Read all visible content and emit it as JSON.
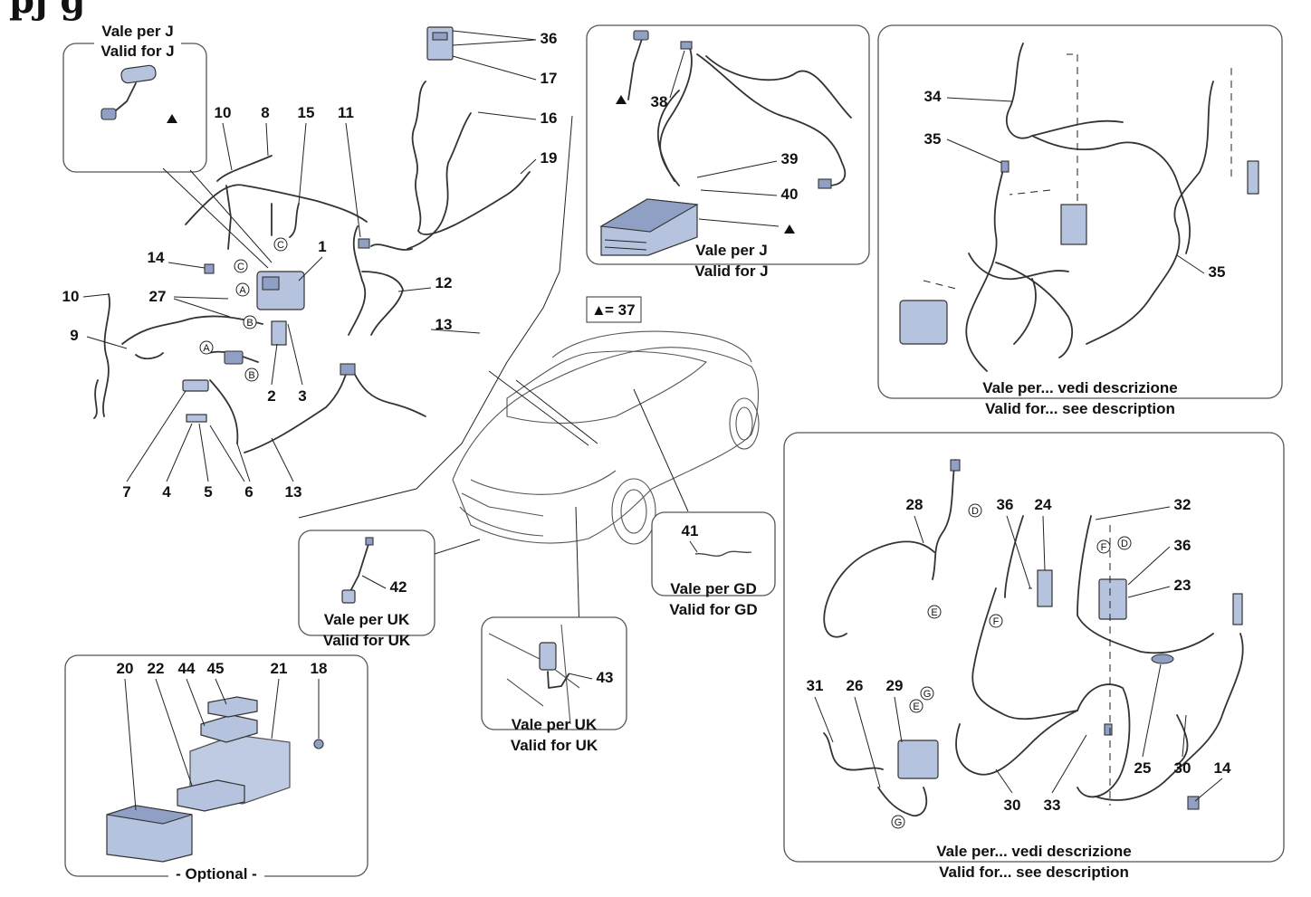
{
  "header": {
    "title_fragment": "pj g"
  },
  "legend": {
    "symbol": "▲",
    "text": "= 37"
  },
  "panels": {
    "valid_j_small": {
      "line1": "Vale per J",
      "line2": "Valid for J"
    },
    "valid_j_box": {
      "line1": "Vale per J",
      "line2": "Valid for J"
    },
    "desc_top": {
      "line1": "Vale per... vedi descrizione",
      "line2": "Valid for... see description"
    },
    "desc_bottom": {
      "line1": "Vale per... vedi descrizione",
      "line2": "Valid for... see description"
    },
    "uk_42": {
      "line1": "Vale per UK",
      "line2": "Valid for UK"
    },
    "uk_43": {
      "line1": "Vale per UK",
      "line2": "Valid for UK"
    },
    "gd_41": {
      "line1": "Vale per GD",
      "line2": "Valid for GD"
    },
    "optional": {
      "label": "- Optional -"
    }
  },
  "callouts": {
    "n1": "1",
    "n2": "2",
    "n3": "3",
    "n4": "4",
    "n5": "5",
    "n6": "6",
    "n7": "7",
    "n8": "8",
    "n9": "9",
    "n10a": "10",
    "n10b": "10",
    "n11": "11",
    "n12": "12",
    "n13a": "13",
    "n13b": "13",
    "n14a": "14",
    "n14b": "14",
    "n15": "15",
    "n16": "16",
    "n17": "17",
    "n18": "18",
    "n19": "19",
    "n20": "20",
    "n21": "21",
    "n22": "22",
    "n23": "23",
    "n24": "24",
    "n25": "25",
    "n26": "26",
    "n27": "27",
    "n28": "28",
    "n29": "29",
    "n30a": "30",
    "n30b": "30",
    "n31": "31",
    "n32": "32",
    "n33": "33",
    "n34": "34",
    "n35a": "35",
    "n35b": "35",
    "n36a": "36",
    "n36b": "36",
    "n36c": "36",
    "n38": "38",
    "n39": "39",
    "n40": "40",
    "n41": "41",
    "n42": "42",
    "n43": "43",
    "n44": "44",
    "n45": "45"
  },
  "letters": {
    "A": "A",
    "B": "B",
    "C": "C",
    "D": "D",
    "E": "E",
    "F": "F",
    "G": "G"
  },
  "colors": {
    "part_fill": "#b5c3de",
    "part_dark": "#8fa0c4",
    "panel_stroke": "#555555"
  }
}
